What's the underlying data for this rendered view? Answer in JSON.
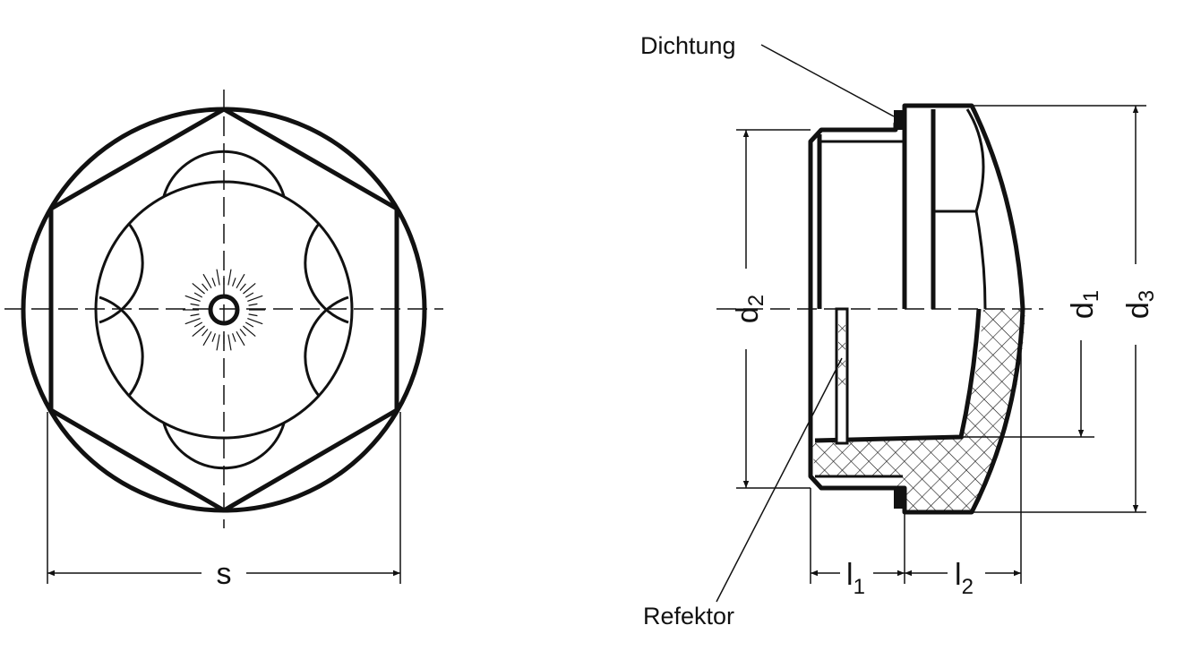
{
  "labels": {
    "seal": "Dichtung",
    "reflector": "Refektor",
    "s": "s",
    "d2": "d",
    "d2_sub": "2",
    "d1": "d",
    "d1_sub": "1",
    "d3": "d",
    "d3_sub": "3",
    "l1": "l",
    "l1_sub": "1",
    "l2": "l",
    "l2_sub": "2"
  }
}
